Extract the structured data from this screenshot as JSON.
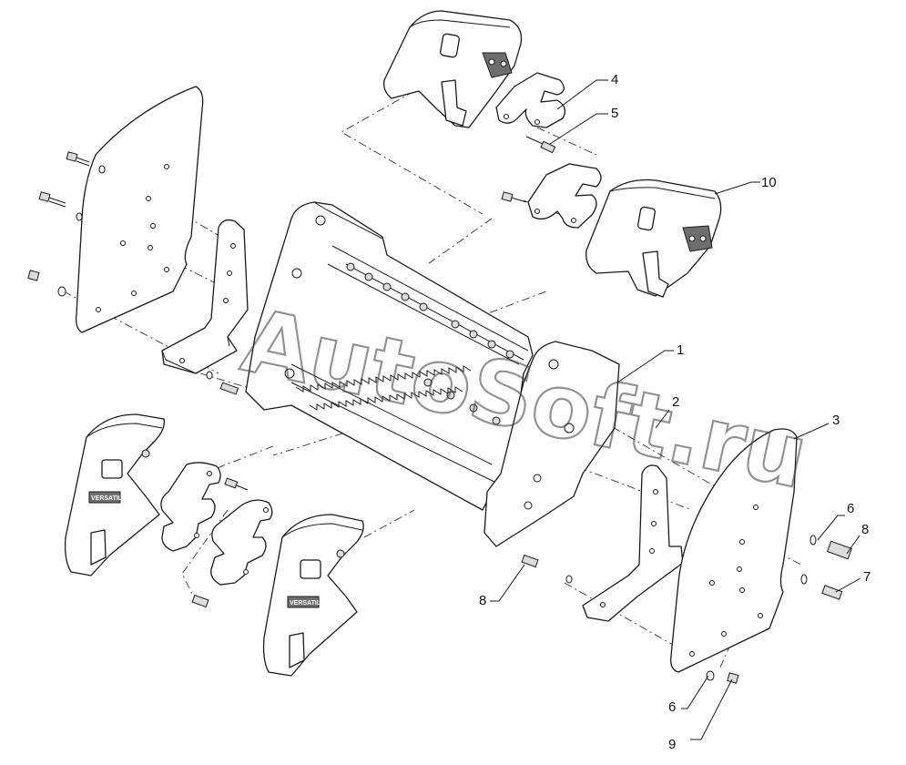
{
  "callouts": {
    "c1": "1",
    "c2": "2",
    "c3": "3",
    "c4": "4",
    "c5": "5",
    "c6a": "6",
    "c6b": "6",
    "c7": "7",
    "c8a": "8",
    "c8b": "8",
    "c9": "9",
    "c10": "10"
  },
  "weight_brand": "VERSATILE",
  "watermark": "AutoSoft.ru"
}
